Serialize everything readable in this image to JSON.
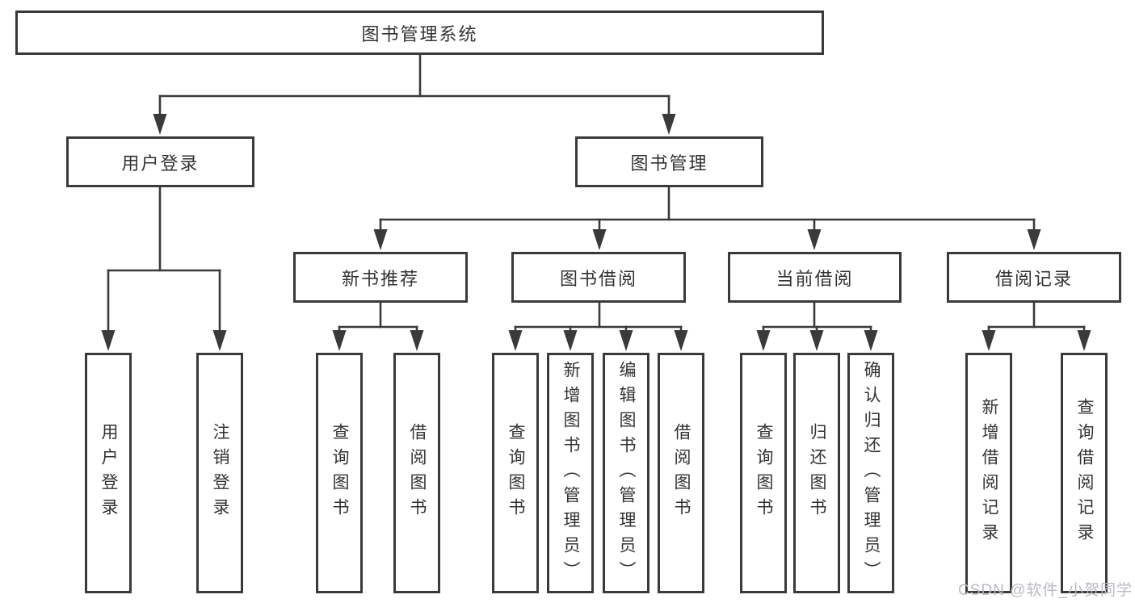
{
  "tree": {
    "label": "图书管理系统",
    "children": [
      {
        "label": "用户登录",
        "children": [
          {
            "label": "用户登录"
          },
          {
            "label": "注销登录"
          }
        ]
      },
      {
        "label": "图书管理",
        "children": [
          {
            "label": "新书推荐",
            "children": [
              {
                "label": "查询图书"
              },
              {
                "label": "借阅图书"
              }
            ]
          },
          {
            "label": "图书借阅",
            "children": [
              {
                "label": "查询图书"
              },
              {
                "label": "新增图书（管理员）"
              },
              {
                "label": "编辑图书（管理员）"
              },
              {
                "label": "借阅图书"
              }
            ]
          },
          {
            "label": "当前借阅",
            "children": [
              {
                "label": "查询图书"
              },
              {
                "label": "归还图书"
              },
              {
                "label": "确认归还（管理员）"
              }
            ]
          },
          {
            "label": "借阅记录",
            "children": [
              {
                "label": "新增借阅记录"
              },
              {
                "label": "查询借阅记录"
              }
            ]
          }
        ]
      }
    ]
  },
  "watermark": "CSDN @软件_小贺同学",
  "colors": {
    "line": "#3a3a3a",
    "text": "#333333",
    "background": "#ffffff",
    "watermark": "#b9b9c1"
  }
}
